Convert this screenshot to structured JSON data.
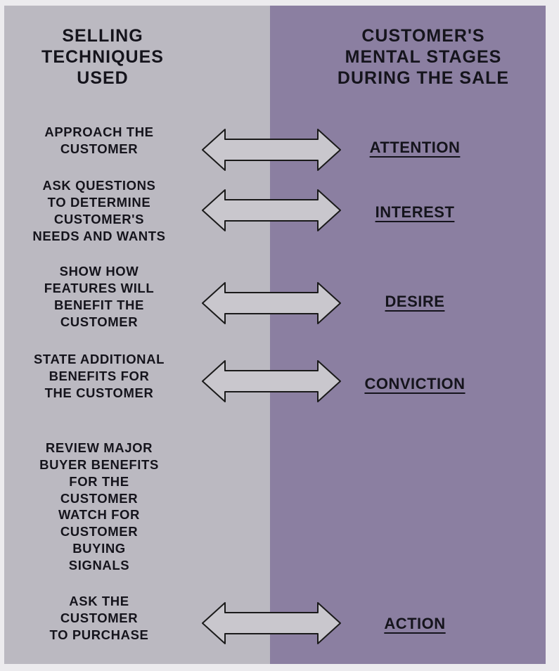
{
  "headers": {
    "techniques": "SELLING\nTECHNIQUES\nUSED",
    "stages": "CUSTOMER'S\nMENTAL STAGES\nDURING THE SALE"
  },
  "rows": [
    {
      "technique": "APPROACH THE\nCUSTOMER",
      "stage": "ATTENTION"
    },
    {
      "technique": "ASK QUESTIONS\nTO DETERMINE\nCUSTOMER'S\nNEEDS AND WANTS",
      "stage": "INTEREST"
    },
    {
      "technique": "SHOW HOW\nFEATURES WILL\nBENEFIT THE\nCUSTOMER",
      "stage": "DESIRE"
    },
    {
      "technique": "STATE ADDITIONAL\nBENEFITS FOR\nTHE CUSTOMER",
      "stage": "CONVICTION"
    },
    {
      "technique": "REVIEW MAJOR\nBUYER BENEFITS\nFOR THE\nCUSTOMER",
      "stage": ""
    },
    {
      "technique": "WATCH FOR\nCUSTOMER\nBUYING\nSIGNALS",
      "stage": ""
    },
    {
      "technique": "ASK THE\nCUSTOMER\nTO PURCHASE",
      "stage": "ACTION"
    }
  ],
  "colors": {
    "left_panel": "#bbb9c1",
    "right_panel": "#8b7fa1",
    "arrow_fill": "#c9c7cd",
    "text": "#15141c"
  }
}
